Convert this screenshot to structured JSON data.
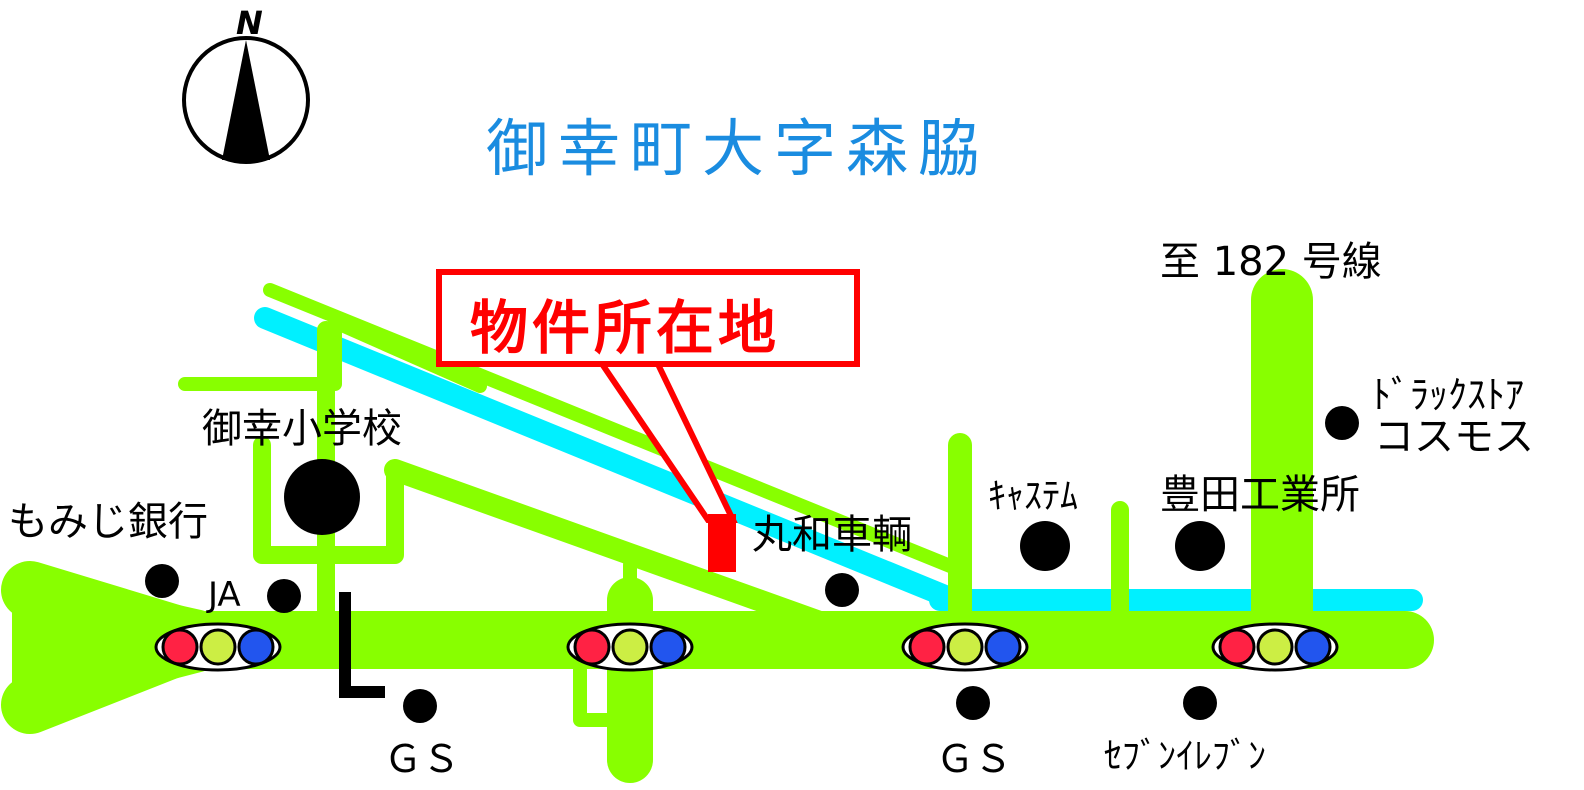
{
  "title": "御幸町大字森脇",
  "compass": {
    "north_label": "N",
    "icon": "north-arrow-icon"
  },
  "property": {
    "label": "物件所在地",
    "marker_icon": "red-rectangle-marker"
  },
  "labels": {
    "route_182": "至 182 号線",
    "drugstore_line1": "ﾄﾞﾗｯｸｽﾄｱ",
    "drugstore_line2": "コスモス",
    "school": "御幸小学校",
    "momiji_bank": "もみじ銀行",
    "ja": "JA",
    "maruwa": "丸和車輌",
    "kyasutemu": "ｷｬｽﾃﾑ",
    "toyoda": "豊田工業所",
    "gs_left": "ＧＳ",
    "gs_right": "ＧＳ",
    "seven_eleven": "ｾﾌﾞﾝｲﾚﾌﾞﾝ"
  },
  "colors": {
    "road": "#88ff00",
    "river": "#00f0ff",
    "title": "#1a8ce0",
    "property": "#ff0000",
    "signal_red": "#ff2244",
    "signal_yellow": "#ccee44",
    "signal_blue": "#2255ee"
  },
  "traffic_signals": {
    "count": 4,
    "icon": "traffic-signal-icon"
  }
}
